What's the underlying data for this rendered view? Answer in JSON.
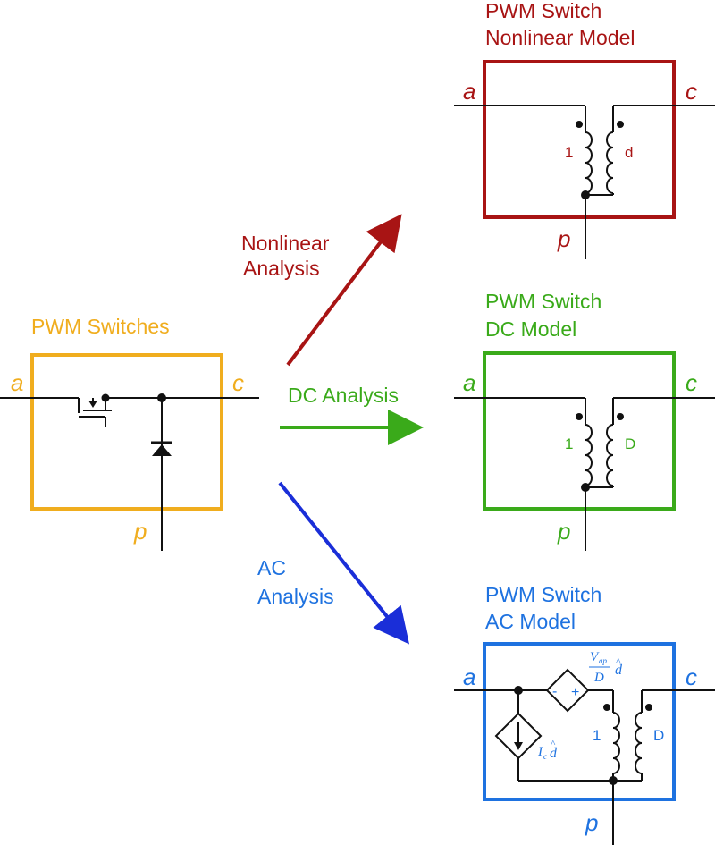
{
  "colors": {
    "switches": "#f0ad1e",
    "nonlinear": "#a81414",
    "dc": "#3aaa1a",
    "ac": "#1e72e0",
    "ac_arrow": "#1a2ed8",
    "wire": "#111111"
  },
  "switches": {
    "title_line1": "PWM Switches",
    "terminal_a": "a",
    "terminal_c": "c",
    "terminal_p": "p"
  },
  "arrows": {
    "nonlinear_line1": "Nonlinear",
    "nonlinear_line2": "Analysis",
    "dc": "DC Analysis",
    "ac_line1": "AC",
    "ac_line2": "Analysis"
  },
  "nonlinear_model": {
    "title_line1": "PWM Switch",
    "title_line2": "Nonlinear Model",
    "terminal_a": "a",
    "terminal_c": "c",
    "terminal_p": "p",
    "turns_primary": "1",
    "turns_secondary": "d"
  },
  "dc_model": {
    "title_line1": "PWM Switch",
    "title_line2": "DC Model",
    "terminal_a": "a",
    "terminal_c": "c",
    "terminal_p": "p",
    "turns_primary": "1",
    "turns_secondary": "D"
  },
  "ac_model": {
    "title_line1": "PWM Switch",
    "title_line2": "AC Model",
    "terminal_a": "a",
    "terminal_c": "c",
    "terminal_p": "p",
    "turns_primary": "1",
    "turns_secondary": "D",
    "vsrc_minus": "-",
    "vsrc_plus": "+",
    "vsrc_num": "V",
    "vsrc_num_sub": "ap",
    "vsrc_den": "D",
    "vsrc_d": "d",
    "vsrc_hat": "^",
    "isrc_I": "I",
    "isrc_sub": "c",
    "isrc_d": "d",
    "isrc_hat": "^"
  }
}
